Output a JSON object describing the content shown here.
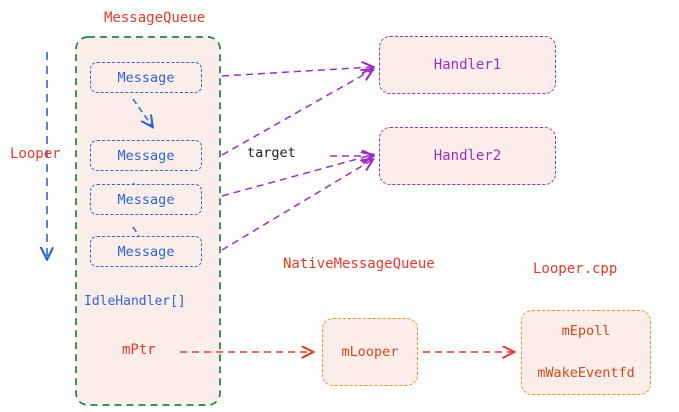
{
  "diagram": {
    "title_labels": {
      "message_queue": "MessageQueue",
      "native_message_queue": "NativeMessageQueue",
      "looper_cpp": "Looper.cpp",
      "looper": "Looper",
      "target": "target",
      "idle_handler": "IdleHandler[]",
      "m_ptr": "mPtr"
    },
    "messages": [
      {
        "label": "Message"
      },
      {
        "label": "Message"
      },
      {
        "label": "Message"
      },
      {
        "label": "Message"
      }
    ],
    "handlers": [
      {
        "label": "Handler1"
      },
      {
        "label": "Handler2"
      }
    ],
    "native_nodes": [
      {
        "label": "mLooper"
      }
    ],
    "looper_cpp_fields": [
      {
        "label": "mEpoll"
      },
      {
        "label": "mWakeEventfd"
      }
    ],
    "colors": {
      "red": "#e8392a",
      "blue": "#2f63d8",
      "purple": "#9a2fc4",
      "orange": "#f29416",
      "green": "#1e8449",
      "node_fill": "#fbeeea",
      "dark_text": "#222222"
    }
  }
}
